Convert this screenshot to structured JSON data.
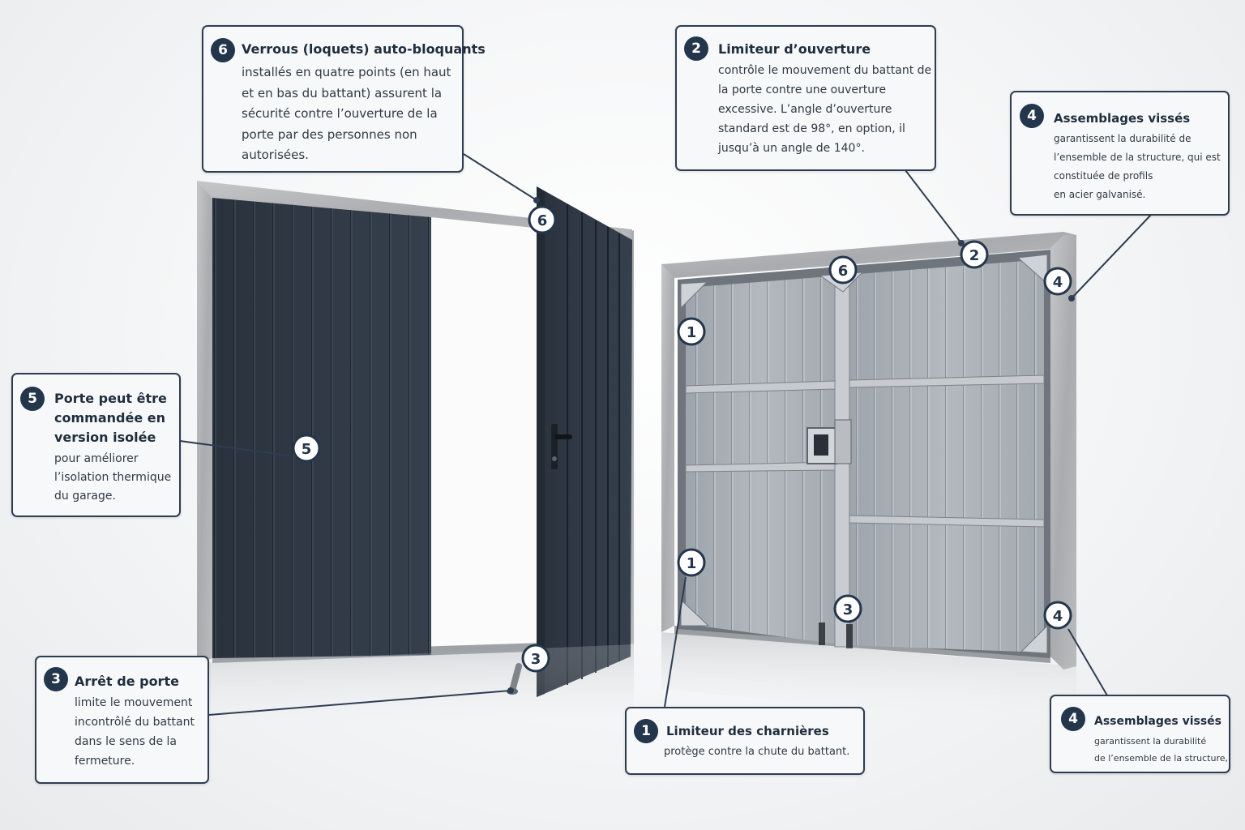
{
  "callouts": {
    "c6": {
      "number": "6",
      "title": "Verrous (loquets) auto-bloquants",
      "body": "installés en quatre points (en haut\net en bas du battant) assurent la\nsécurité contre l’ouverture de la\nporte par des personnes non\nautorisées."
    },
    "c2": {
      "number": "2",
      "title": "Limiteur d’ouverture",
      "body": "contrôle le mouvement du battant de\nla porte contre une ouverture\nexcessive. L’angle d’ouverture\nstandard est de 98°, en option, il\njusqu’à un angle de 140°."
    },
    "c4a": {
      "number": "4",
      "title": "Assemblages vissés",
      "body": "garantissent la durabilité de\nl’ensemble de la structure, qui est\nconstituée de profils\nen acier galvanisé."
    },
    "c5": {
      "number": "5",
      "title": "Porte peut être\ncommandée en\nversion isolée",
      "body": "pour améliorer\nl’isolation thermique\ndu garage."
    },
    "c3": {
      "number": "3",
      "title": "Arrêt de porte",
      "body": "limite le mouvement\nincontrôlé du battant\ndans le sens de la\nfermeture."
    },
    "c1": {
      "number": "1",
      "title": "Limiteur des charnières",
      "body": "protège contre la chute du battant."
    },
    "c4b": {
      "number": "4",
      "title": "Assemblages vissés",
      "body": "garantissent la durabilité\nde l’ensemble de la structure,"
    }
  },
  "markers": {
    "m6a": "6",
    "m5": "5",
    "m3a": "3",
    "m6b": "6",
    "m2": "2",
    "m4a": "4",
    "m1a": "1",
    "m1b": "1",
    "m3b": "3",
    "m4b": "4"
  },
  "colors": {
    "door_exterior": "#2e3744",
    "door_interior": "#aab0b8",
    "frame_concrete": "#b3b5b7",
    "accent_navy": "#24364c"
  }
}
